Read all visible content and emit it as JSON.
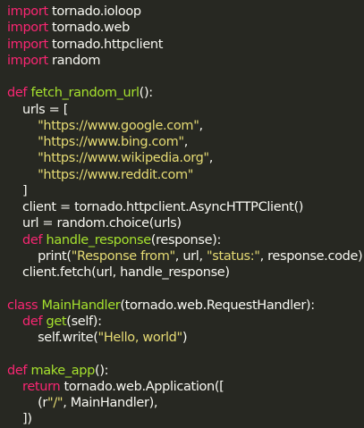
{
  "colors": {
    "background": "#272822",
    "text": "#f8f8f2",
    "keyword": "#f92672",
    "function": "#a6e22e",
    "string": "#e6db74"
  },
  "code": [
    [
      {
        "t": "kw",
        "v": "import"
      },
      {
        "t": "txt",
        "v": " tornado.ioloop"
      }
    ],
    [
      {
        "t": "kw",
        "v": "import"
      },
      {
        "t": "txt",
        "v": " tornado.web"
      }
    ],
    [
      {
        "t": "kw",
        "v": "import"
      },
      {
        "t": "txt",
        "v": " tornado.httpclient"
      }
    ],
    [
      {
        "t": "kw",
        "v": "import"
      },
      {
        "t": "txt",
        "v": " random"
      }
    ],
    [],
    [
      {
        "t": "kw",
        "v": "def "
      },
      {
        "t": "fn",
        "v": "fetch_random_url"
      },
      {
        "t": "txt",
        "v": "():"
      }
    ],
    [
      {
        "t": "txt",
        "v": "    urls = ["
      }
    ],
    [
      {
        "t": "txt",
        "v": "        "
      },
      {
        "t": "str",
        "v": "\"https://www.google.com\""
      },
      {
        "t": "txt",
        "v": ","
      }
    ],
    [
      {
        "t": "txt",
        "v": "        "
      },
      {
        "t": "str",
        "v": "\"https://www.bing.com\""
      },
      {
        "t": "txt",
        "v": ","
      }
    ],
    [
      {
        "t": "txt",
        "v": "        "
      },
      {
        "t": "str",
        "v": "\"https://www.wikipedia.org\""
      },
      {
        "t": "txt",
        "v": ","
      }
    ],
    [
      {
        "t": "txt",
        "v": "        "
      },
      {
        "t": "str",
        "v": "\"https://www.reddit.com\""
      }
    ],
    [
      {
        "t": "txt",
        "v": "    ]"
      }
    ],
    [
      {
        "t": "txt",
        "v": "    client = tornado.httpclient.AsyncHTTPClient()"
      }
    ],
    [
      {
        "t": "txt",
        "v": "    url = random.choice(urls)"
      }
    ],
    [
      {
        "t": "txt",
        "v": "    "
      },
      {
        "t": "kw",
        "v": "def "
      },
      {
        "t": "fn",
        "v": "handle_response"
      },
      {
        "t": "txt",
        "v": "(response):"
      }
    ],
    [
      {
        "t": "txt",
        "v": "        print("
      },
      {
        "t": "str",
        "v": "\"Response from\""
      },
      {
        "t": "txt",
        "v": ", url, "
      },
      {
        "t": "str",
        "v": "\"status:\""
      },
      {
        "t": "txt",
        "v": ", response.code)"
      }
    ],
    [
      {
        "t": "txt",
        "v": "    client.fetch(url, handle_response)"
      }
    ],
    [],
    [
      {
        "t": "kw",
        "v": "class "
      },
      {
        "t": "fn",
        "v": "MainHandler"
      },
      {
        "t": "txt",
        "v": "(tornado.web.RequestHandler):"
      }
    ],
    [
      {
        "t": "txt",
        "v": "    "
      },
      {
        "t": "kw",
        "v": "def "
      },
      {
        "t": "fn",
        "v": "get"
      },
      {
        "t": "txt",
        "v": "(self):"
      }
    ],
    [
      {
        "t": "txt",
        "v": "        self.write("
      },
      {
        "t": "str",
        "v": "\"Hello, world\""
      },
      {
        "t": "txt",
        "v": ")"
      }
    ],
    [],
    [
      {
        "t": "kw",
        "v": "def "
      },
      {
        "t": "fn",
        "v": "make_app"
      },
      {
        "t": "txt",
        "v": "():"
      }
    ],
    [
      {
        "t": "txt",
        "v": "    "
      },
      {
        "t": "kw",
        "v": "return "
      },
      {
        "t": "txt",
        "v": "tornado.web.Application(["
      }
    ],
    [
      {
        "t": "txt",
        "v": "        (r"
      },
      {
        "t": "str",
        "v": "\"/\""
      },
      {
        "t": "txt",
        "v": ", MainHandler),"
      }
    ],
    [
      {
        "t": "txt",
        "v": "    ])"
      }
    ]
  ]
}
